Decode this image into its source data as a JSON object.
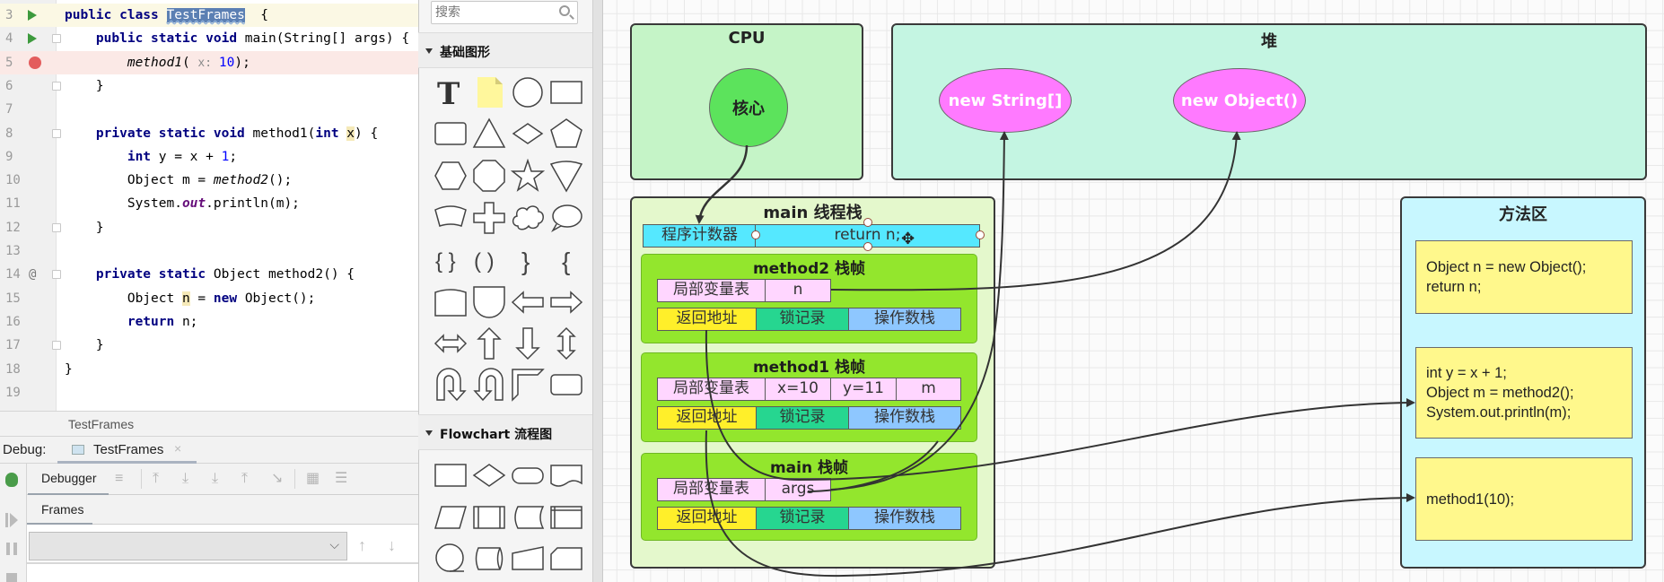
{
  "editor": {
    "lines": [
      {
        "n": "3",
        "marker": "run",
        "segments": [
          [
            "kw",
            "public class "
          ],
          [
            "sel",
            "TestFrames"
          ],
          [
            "",
            "  {"
          ]
        ],
        "style": "cur"
      },
      {
        "n": "4",
        "marker": "run",
        "fold": true,
        "segments": [
          [
            "",
            "    "
          ],
          [
            "kw",
            "public static void "
          ],
          [
            "",
            "main(String[] args) {"
          ]
        ]
      },
      {
        "n": "5",
        "marker": "breakpoint",
        "segments": [
          [
            "",
            "        "
          ],
          [
            "italic",
            "method1"
          ],
          [
            "",
            "( "
          ],
          [
            "hint",
            "x: "
          ],
          [
            "num-lit",
            "10"
          ],
          [
            "",
            ");"
          ]
        ],
        "style": "bp"
      },
      {
        "n": "6",
        "fold": true,
        "segments": [
          [
            "",
            "    }"
          ]
        ]
      },
      {
        "n": "7",
        "segments": []
      },
      {
        "n": "8",
        "fold": true,
        "segments": [
          [
            "",
            "    "
          ],
          [
            "kw",
            "private static void "
          ],
          [
            "",
            "method1("
          ],
          [
            "kw",
            "int "
          ],
          [
            "hl",
            "x"
          ],
          [
            "",
            ") {"
          ]
        ]
      },
      {
        "n": "9",
        "segments": [
          [
            "",
            "        "
          ],
          [
            "kw",
            "int "
          ],
          [
            "",
            "y = x + "
          ],
          [
            "num-lit",
            "1"
          ],
          [
            "",
            ";"
          ]
        ]
      },
      {
        "n": "10",
        "segments": [
          [
            "",
            "        Object m = "
          ],
          [
            "italic",
            "method2"
          ],
          [
            "",
            "();"
          ]
        ]
      },
      {
        "n": "11",
        "segments": [
          [
            "",
            "        System."
          ],
          [
            "field",
            "out"
          ],
          [
            "",
            ".println(m);"
          ]
        ]
      },
      {
        "n": "12",
        "fold": true,
        "segments": [
          [
            "",
            "    }"
          ]
        ]
      },
      {
        "n": "13",
        "segments": []
      },
      {
        "n": "14",
        "marker": "at",
        "fold": true,
        "segments": [
          [
            "",
            "    "
          ],
          [
            "kw",
            "private static "
          ],
          [
            "",
            "Object method2() {"
          ]
        ]
      },
      {
        "n": "15",
        "segments": [
          [
            "",
            "        Object "
          ],
          [
            "hl",
            "n"
          ],
          [
            "",
            " = "
          ],
          [
            "kw",
            "new "
          ],
          [
            "",
            "Object();"
          ]
        ]
      },
      {
        "n": "16",
        "segments": [
          [
            "",
            "        "
          ],
          [
            "kw",
            "return "
          ],
          [
            "",
            "n;"
          ]
        ]
      },
      {
        "n": "17",
        "fold": true,
        "segments": [
          [
            "",
            "    }"
          ]
        ]
      },
      {
        "n": "18",
        "segments": [
          [
            "",
            "}"
          ]
        ]
      },
      {
        "n": "19",
        "segments": []
      }
    ],
    "file_tab": "TestFrames"
  },
  "debug": {
    "label": "Debug:",
    "session_tab": "TestFrames",
    "close": "×",
    "debugger_tab": "Debugger",
    "frames_tab": "Frames",
    "thread_select_value": "",
    "chevron": "⌵",
    "up": "↑",
    "down": "↓",
    "toolbar_icons": [
      "≡",
      "⤒",
      "⤓",
      "⤓",
      "⤒",
      "↘",
      "▦",
      "☰"
    ]
  },
  "palette": {
    "search_placeholder": "搜索",
    "sections": [
      {
        "title": "基础图形"
      },
      {
        "title": "Flowchart 流程图"
      }
    ]
  },
  "diagram": {
    "cpu": {
      "title": "CPU",
      "core": "核心"
    },
    "heap": {
      "title": "堆",
      "objects": [
        "new String[]",
        "new Object()"
      ]
    },
    "thread_stack": {
      "title": "main 线程栈",
      "pc_label": "程序计数器",
      "pc_value": "return n;",
      "frames": [
        {
          "title": "method2 栈帧",
          "locals_label": "局部变量表",
          "locals": [
            "n"
          ],
          "return_addr": "返回地址",
          "lock": "锁记录",
          "operand": "操作数栈"
        },
        {
          "title": "method1 栈帧",
          "locals_label": "局部变量表",
          "locals": [
            "x=10",
            "y=11",
            "m"
          ],
          "return_addr": "返回地址",
          "lock": "锁记录",
          "operand": "操作数栈"
        },
        {
          "title": "main 栈帧",
          "locals_label": "局部变量表",
          "locals": [
            "args"
          ],
          "return_addr": "返回地址",
          "lock": "锁记录",
          "operand": "操作数栈"
        }
      ]
    },
    "method_area": {
      "title": "方法区",
      "code_blocks": [
        "Object n = new Object();\nreturn n;",
        "int y = x + 1;\nObject m = method2();\nSystem.out.println(m);",
        "method1(10);"
      ]
    },
    "colors": {
      "cpu_bg": "#c5f4c7",
      "core": "#5ce35c",
      "heap_bg": "#c4f5e2",
      "heap_object": "#ff7aff",
      "stack_bg": "#e4f8cc",
      "frame": "#93e62d",
      "method_area_bg": "#c8f7ff",
      "code_block": "#fff88c"
    }
  }
}
